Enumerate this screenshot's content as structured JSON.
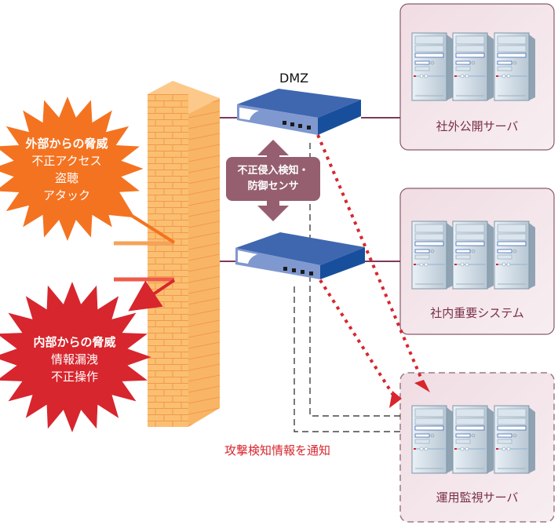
{
  "diagram": {
    "colors": {
      "external_threat": "#f47321",
      "internal_threat": "#d7262e",
      "firewall": "#fbbf72",
      "router": "#3f67b0",
      "sensor": "#955f6f",
      "server_box": "#f2e2e6",
      "server_border": "#8a5a6a",
      "alert_dots": "#d7262e",
      "link_line": "#7b3b5a"
    },
    "external_threat": {
      "icon": "starburst-icon",
      "title": "外部からの脅威",
      "items": [
        "不正アクセス",
        "盗聴",
        "アタック"
      ]
    },
    "internal_threat": {
      "icon": "starburst-icon",
      "title": "内部からの脅威",
      "items": [
        "情報漏洩",
        "不正操作"
      ]
    },
    "firewall": {
      "icon": "brick-wall-icon"
    },
    "dmz_label": "DMZ",
    "sensor": {
      "line1": "不正侵入検知・",
      "line2": "防御センサ"
    },
    "servers": [
      {
        "label": "社外公開サーバ",
        "icon": "server-tower-icon",
        "border": "solid"
      },
      {
        "label": "社内重要システム",
        "icon": "server-tower-icon",
        "border": "solid"
      },
      {
        "label": "運用監視サーバ",
        "icon": "server-tower-icon",
        "border": "dashed"
      }
    ],
    "notify_label": "攻撃検知情報を通知"
  }
}
